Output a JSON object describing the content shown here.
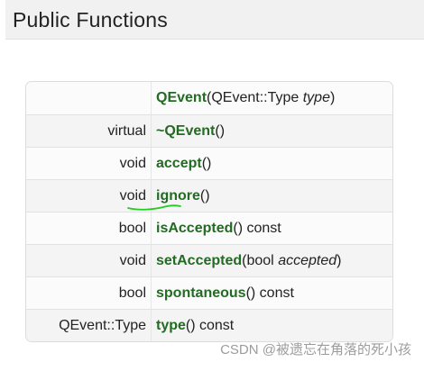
{
  "section": {
    "title": "Public Functions"
  },
  "functions": [
    {
      "ret": "",
      "name": "QEvent",
      "args_open": "(QEvent::Type ",
      "param": "type",
      "args_close": ")",
      "suffix": ""
    },
    {
      "ret": "virtual",
      "name": "~QEvent",
      "args_open": "()",
      "param": "",
      "args_close": "",
      "suffix": ""
    },
    {
      "ret": "void",
      "name": "accept",
      "args_open": "()",
      "param": "",
      "args_close": "",
      "suffix": ""
    },
    {
      "ret": "void",
      "name": "ignore",
      "args_open": "()",
      "param": "",
      "args_close": "",
      "suffix": ""
    },
    {
      "ret": "bool",
      "name": "isAccepted",
      "args_open": "()",
      "param": "",
      "args_close": "",
      "suffix": " const"
    },
    {
      "ret": "void",
      "name": "setAccepted",
      "args_open": "(bool ",
      "param": "accepted",
      "args_close": ")",
      "suffix": ""
    },
    {
      "ret": "bool",
      "name": "spontaneous",
      "args_open": "()",
      "param": "",
      "args_close": "",
      "suffix": " const"
    },
    {
      "ret": "QEvent::Type",
      "name": "type",
      "args_open": "()",
      "param": "",
      "args_close": "",
      "suffix": " const"
    }
  ],
  "watermark": "CSDN @被遗忘在角落的死小孩",
  "colors": {
    "function_link": "#236b23",
    "highlight_mark": "#22cc22"
  }
}
